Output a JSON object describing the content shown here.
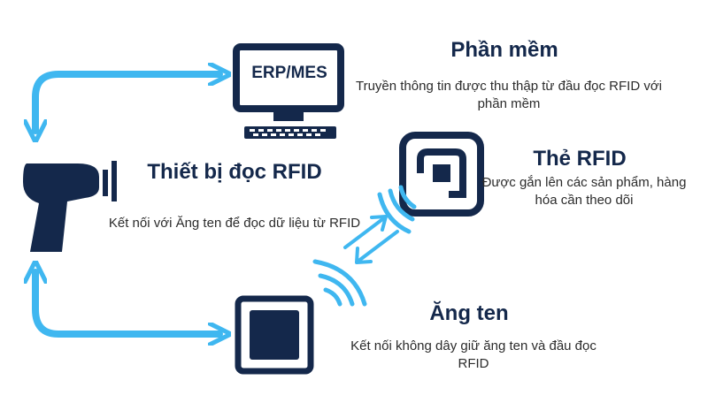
{
  "software": {
    "title": "Phần mềm",
    "description": "Truyền thông tin được thu thập từ đầu đọc RFID với phần mềm",
    "screen_label": "ERP/MES"
  },
  "reader": {
    "title": "Thiết bị đọc RFID",
    "description": "Kết nối với Ăng ten để đọc dữ liệu từ RFID"
  },
  "tag": {
    "title": "Thẻ RFID",
    "description": "Được gắn lên các sản phẩm, hàng hóa cần theo dõi"
  },
  "antenna": {
    "title": "Ăng ten",
    "description": "Kết nối không dây giữ ăng ten và đầu đọc RFID"
  },
  "colors": {
    "navy": "#14284b",
    "arrow_blue": "#3fb7f0",
    "text": "#2b2b2b"
  },
  "icons": [
    "computer-icon",
    "rfid-reader-gun-icon",
    "rfid-tag-icon",
    "antenna-icon",
    "wireless-signal-icon"
  ]
}
